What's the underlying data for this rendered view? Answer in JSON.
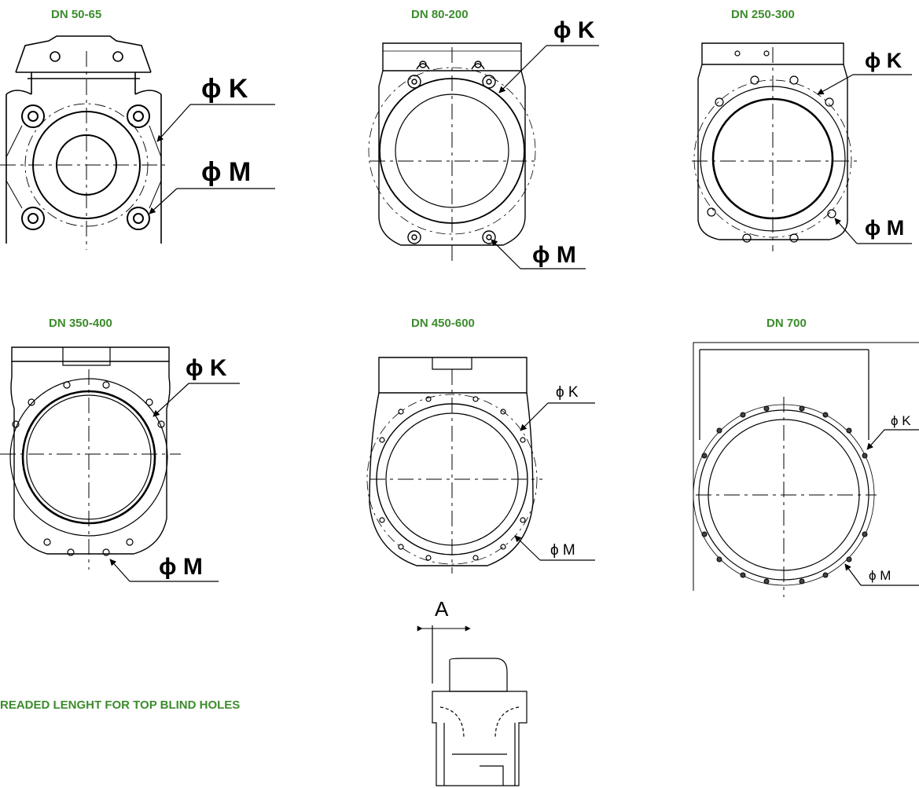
{
  "diagrams": [
    {
      "title": "DN 50-65",
      "label_k": "ϕ K",
      "label_m": "ϕ M"
    },
    {
      "title": "DN 80-200",
      "label_k": "ϕ K",
      "label_m": "ϕ M"
    },
    {
      "title": "DN 250-300",
      "label_k": "ϕ K",
      "label_m": "ϕ M"
    },
    {
      "title": "DN 350-400",
      "label_k": "ϕ K",
      "label_m": "ϕ M"
    },
    {
      "title": "DN 450-600",
      "label_k": "ϕ K",
      "label_m": "ϕ M"
    },
    {
      "title": "DN 700",
      "label_k": "ϕ K",
      "label_m": "ϕ M"
    }
  ],
  "section": {
    "label": "A"
  },
  "note": "READED LENGHT FOR TOP BLIND HOLES",
  "colors": {
    "title": "#3c8c2c",
    "line": "#000000"
  }
}
